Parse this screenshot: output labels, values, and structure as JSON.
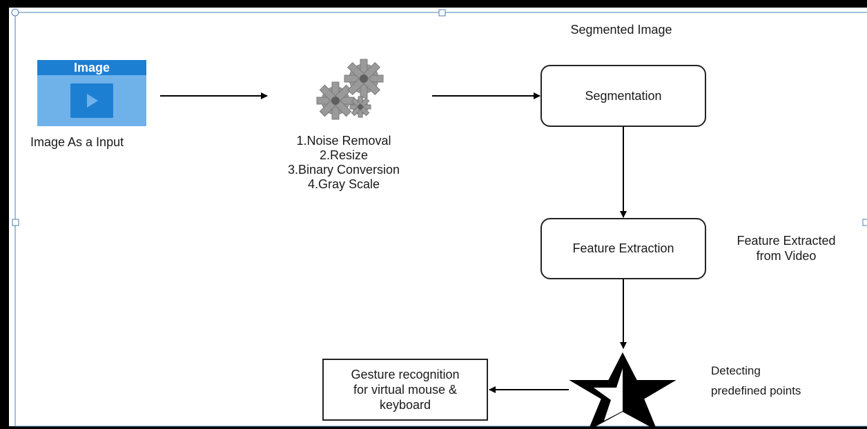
{
  "labels": {
    "segmented_image": "Segmented Image",
    "image_icon_title": "Image",
    "image_as_input": "Image As a Input",
    "steps": [
      "1.Noise Removal",
      "2.Resize",
      "3.Binary Conversion",
      "4.Gray Scale"
    ],
    "segmentation": "Segmentation",
    "feature_extraction": "Feature Extraction",
    "feature_extracted_line1": "Feature Extracted",
    "feature_extracted_line2": "from Video",
    "detecting_line1": "Detecting",
    "detecting_line2": "predefined points",
    "gesture_line1": "Gesture recognition",
    "gesture_line2": "for virtual mouse &",
    "gesture_line3": "keyboard"
  },
  "icons": {
    "input": "image-play-icon",
    "processing": "gears-icon",
    "detection": "star-icon"
  },
  "colors": {
    "icon_blue": "#1d7fd2",
    "icon_light_blue": "#6fb2ea",
    "gear_gray": "#9a9a9a",
    "frame": "#000000"
  }
}
